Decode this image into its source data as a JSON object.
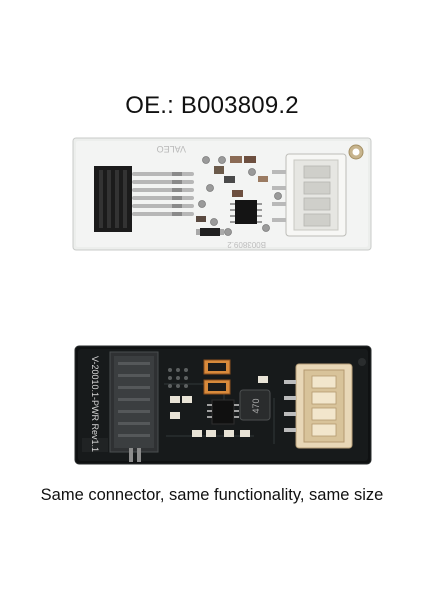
{
  "title": "OE.: B003809.2",
  "caption": "Same connector, same functionality, same size",
  "board_top": {
    "silkscreen_top": "VALEO",
    "silkscreen_bottom": "B003809.2"
  },
  "board_bottom": {
    "silkscreen_label": "V-20010.1-PWR Rev1.1",
    "inductor_marking": "470"
  }
}
